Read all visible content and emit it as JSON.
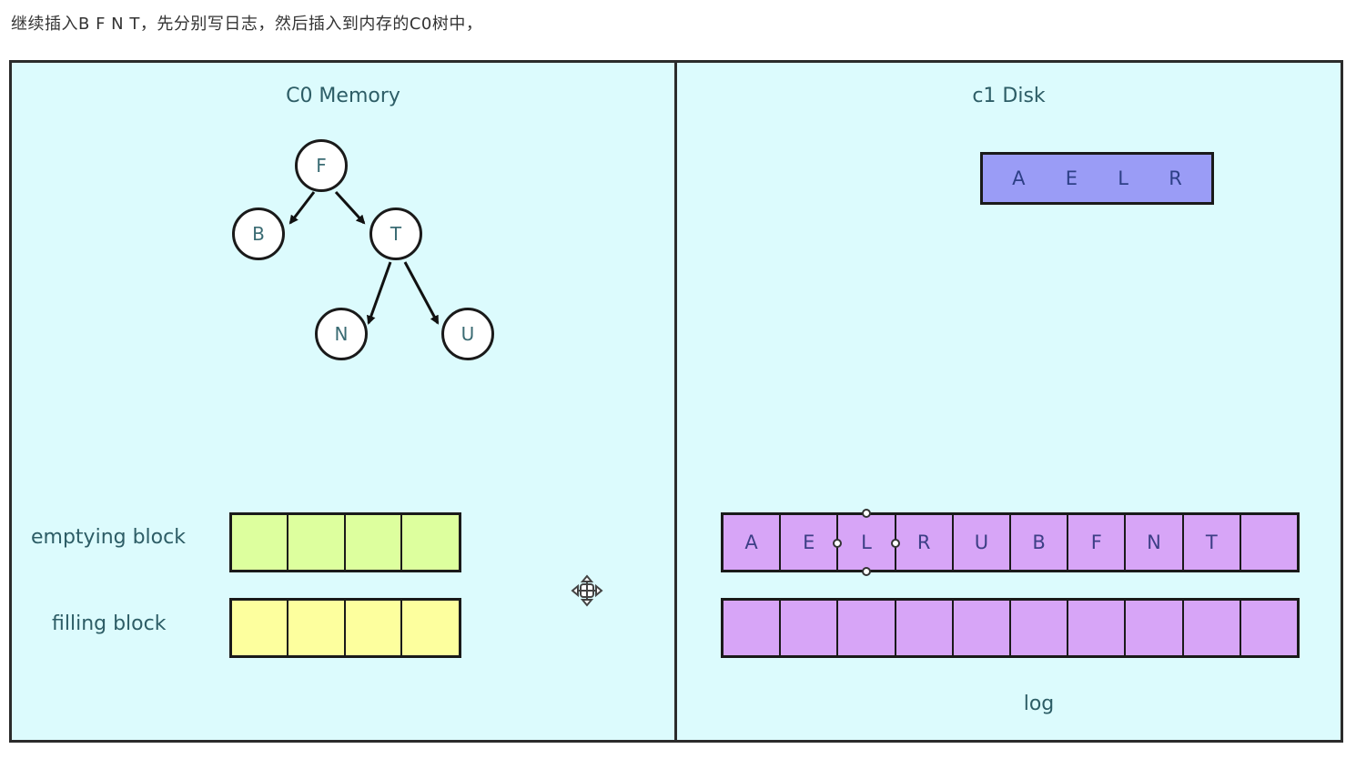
{
  "caption": "继续插入B F N T，先分别写日志，然后插入到内存的C0树中，",
  "left_panel": {
    "title": "C0 Memory",
    "tree_nodes": {
      "root": "F",
      "left": "B",
      "right": "T",
      "right_left": "N",
      "right_right": "U"
    },
    "emptying_label": "emptying block",
    "filling_label": "filling block"
  },
  "right_panel": {
    "title": "c1 Disk",
    "disk_block": [
      "A",
      "E",
      "L",
      "R"
    ],
    "log_row1": [
      "A",
      "E",
      "L",
      "R",
      "U",
      "B",
      "F",
      "N",
      "T",
      ""
    ],
    "log_row2": [
      "",
      "",
      "",
      "",
      "",
      "",
      "",
      "",
      "",
      ""
    ],
    "log_label": "log"
  },
  "colors": {
    "panel_bg": "#dcfbfd",
    "emptying_block": "#ddff9e",
    "filling_block": "#fdff9e",
    "disk_block": "#9a9cf6",
    "log_block": "#d7a5f7"
  },
  "icons": [
    "move-icon"
  ]
}
